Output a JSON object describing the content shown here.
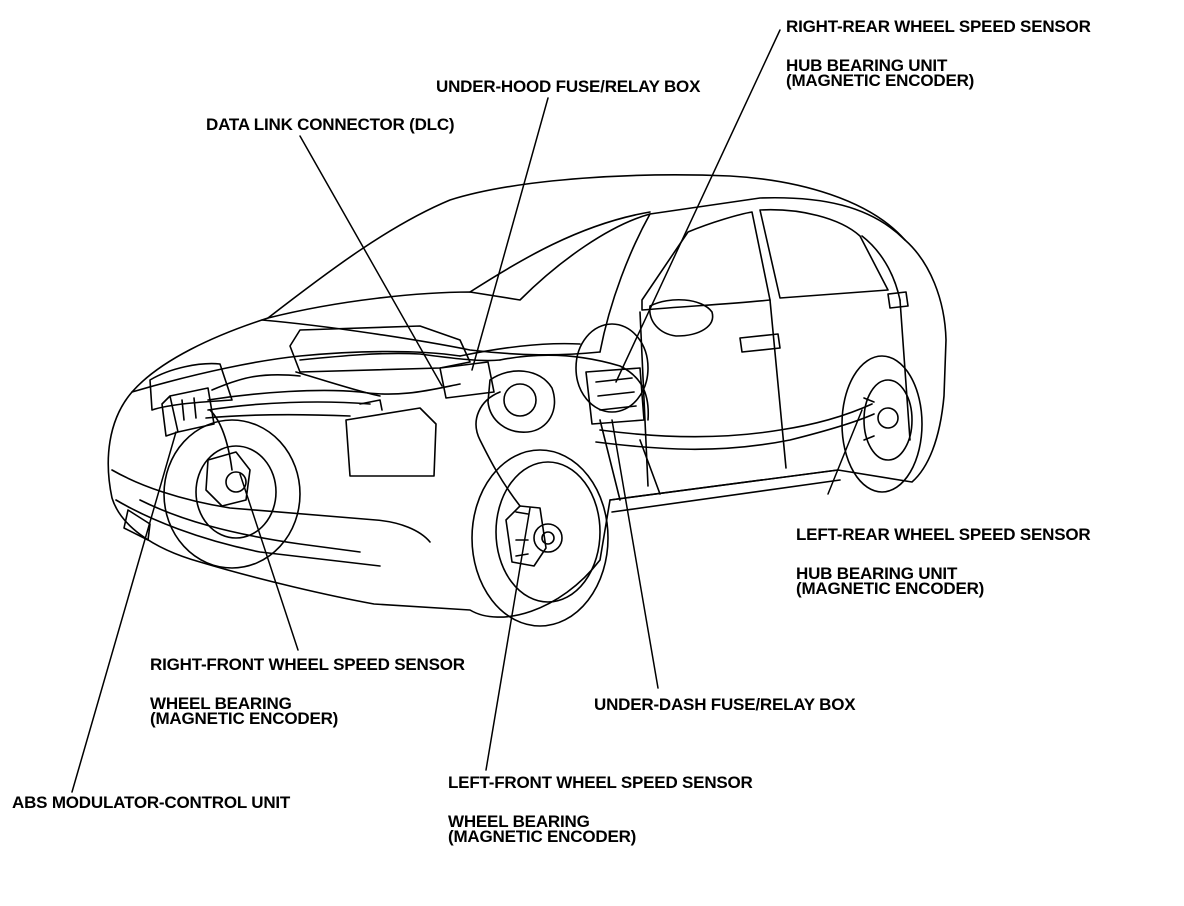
{
  "colors": {
    "ink": "#000000",
    "paper": "#ffffff"
  },
  "labels": {
    "right_rear_sensor": "RIGHT-REAR WHEEL SPEED SENSOR",
    "right_rear_hub": [
      "HUB BEARING UNIT",
      "(MAGNETIC ENCODER)"
    ],
    "under_hood_box": "UNDER-HOOD FUSE/RELAY BOX",
    "dlc": "DATA LINK CONNECTOR (DLC)",
    "left_rear_sensor": "LEFT-REAR WHEEL SPEED SENSOR",
    "left_rear_hub": [
      "HUB BEARING UNIT",
      "(MAGNETIC ENCODER)"
    ],
    "right_front_sensor": "RIGHT-FRONT WHEEL SPEED SENSOR",
    "right_front_bearing": [
      "WHEEL BEARING",
      "(MAGNETIC ENCODER)"
    ],
    "under_dash_box": "UNDER-DASH FUSE/RELAY BOX",
    "abs_unit": "ABS MODULATOR-CONTROL UNIT",
    "left_front_sensor": "LEFT-FRONT WHEEL SPEED SENSOR",
    "left_front_bearing": [
      "WHEEL BEARING",
      "(MAGNETIC ENCODER)"
    ]
  }
}
